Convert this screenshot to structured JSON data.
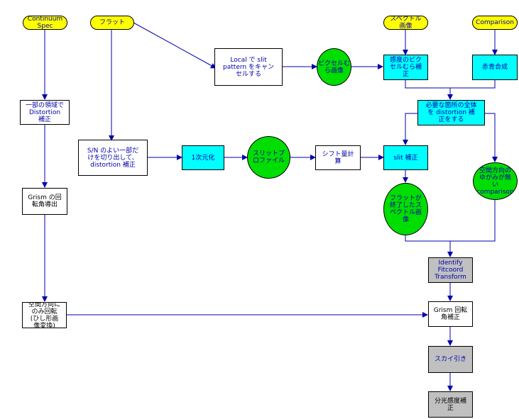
{
  "nodes": {
    "continuum_spec": "Continuum\nSpec",
    "flat": "フラット",
    "spectrum_image": "スペクトル\n画像",
    "comparison": "Comparison",
    "local_slit_cancel": "Local で slit\npattern をキャン\nセルする",
    "pixel_unevenness_image": "ピクセルむ\nら画像",
    "sensitivity_pixel_correction": "感度のピク\nセルむら補\n正",
    "red_blue_combine": "赤青合成",
    "partial_distortion_correction": "一部の領域で\nDistortion\n補正",
    "full_distortion_correction": "必要な箇所の全体\nを distortion 補\n正をする",
    "sn_cut_distortion": "S/N のよい一部だ\nけを切り出して、\ndistortion 補正",
    "one_dimensionalize": "1次元化",
    "slit_profile": "スリットプ\nロファイル",
    "shift_calc": "シフト量計\n算",
    "slit_correction": "slit 補正",
    "no_spatial_distortion": "空間方向の\nゆがみが無\nい\ncomparison",
    "grism_angle_derivation": "Grism の回\n転角導出",
    "flat_done_spectrum": "フラットが\n終了したス\nペクトル画\n像",
    "identify_fitcoord": "Identify\nFitcoord\nTransform",
    "spatial_rotation_only": "空間方向に\nのみ回転\n(ひし形画\n像変換)",
    "grism_rotation_correction": "Grism 回転\n角補正",
    "sky_subtraction": "スカイ引き",
    "spectral_sensitivity_correction": "分光感度補\n正"
  },
  "colors": {
    "arrow": "#0000aa",
    "text": "#0000aa",
    "cyan": "#00ffff",
    "green": "#00dd00",
    "yellow": "#ffff00",
    "gray": "#c0c0c0"
  }
}
